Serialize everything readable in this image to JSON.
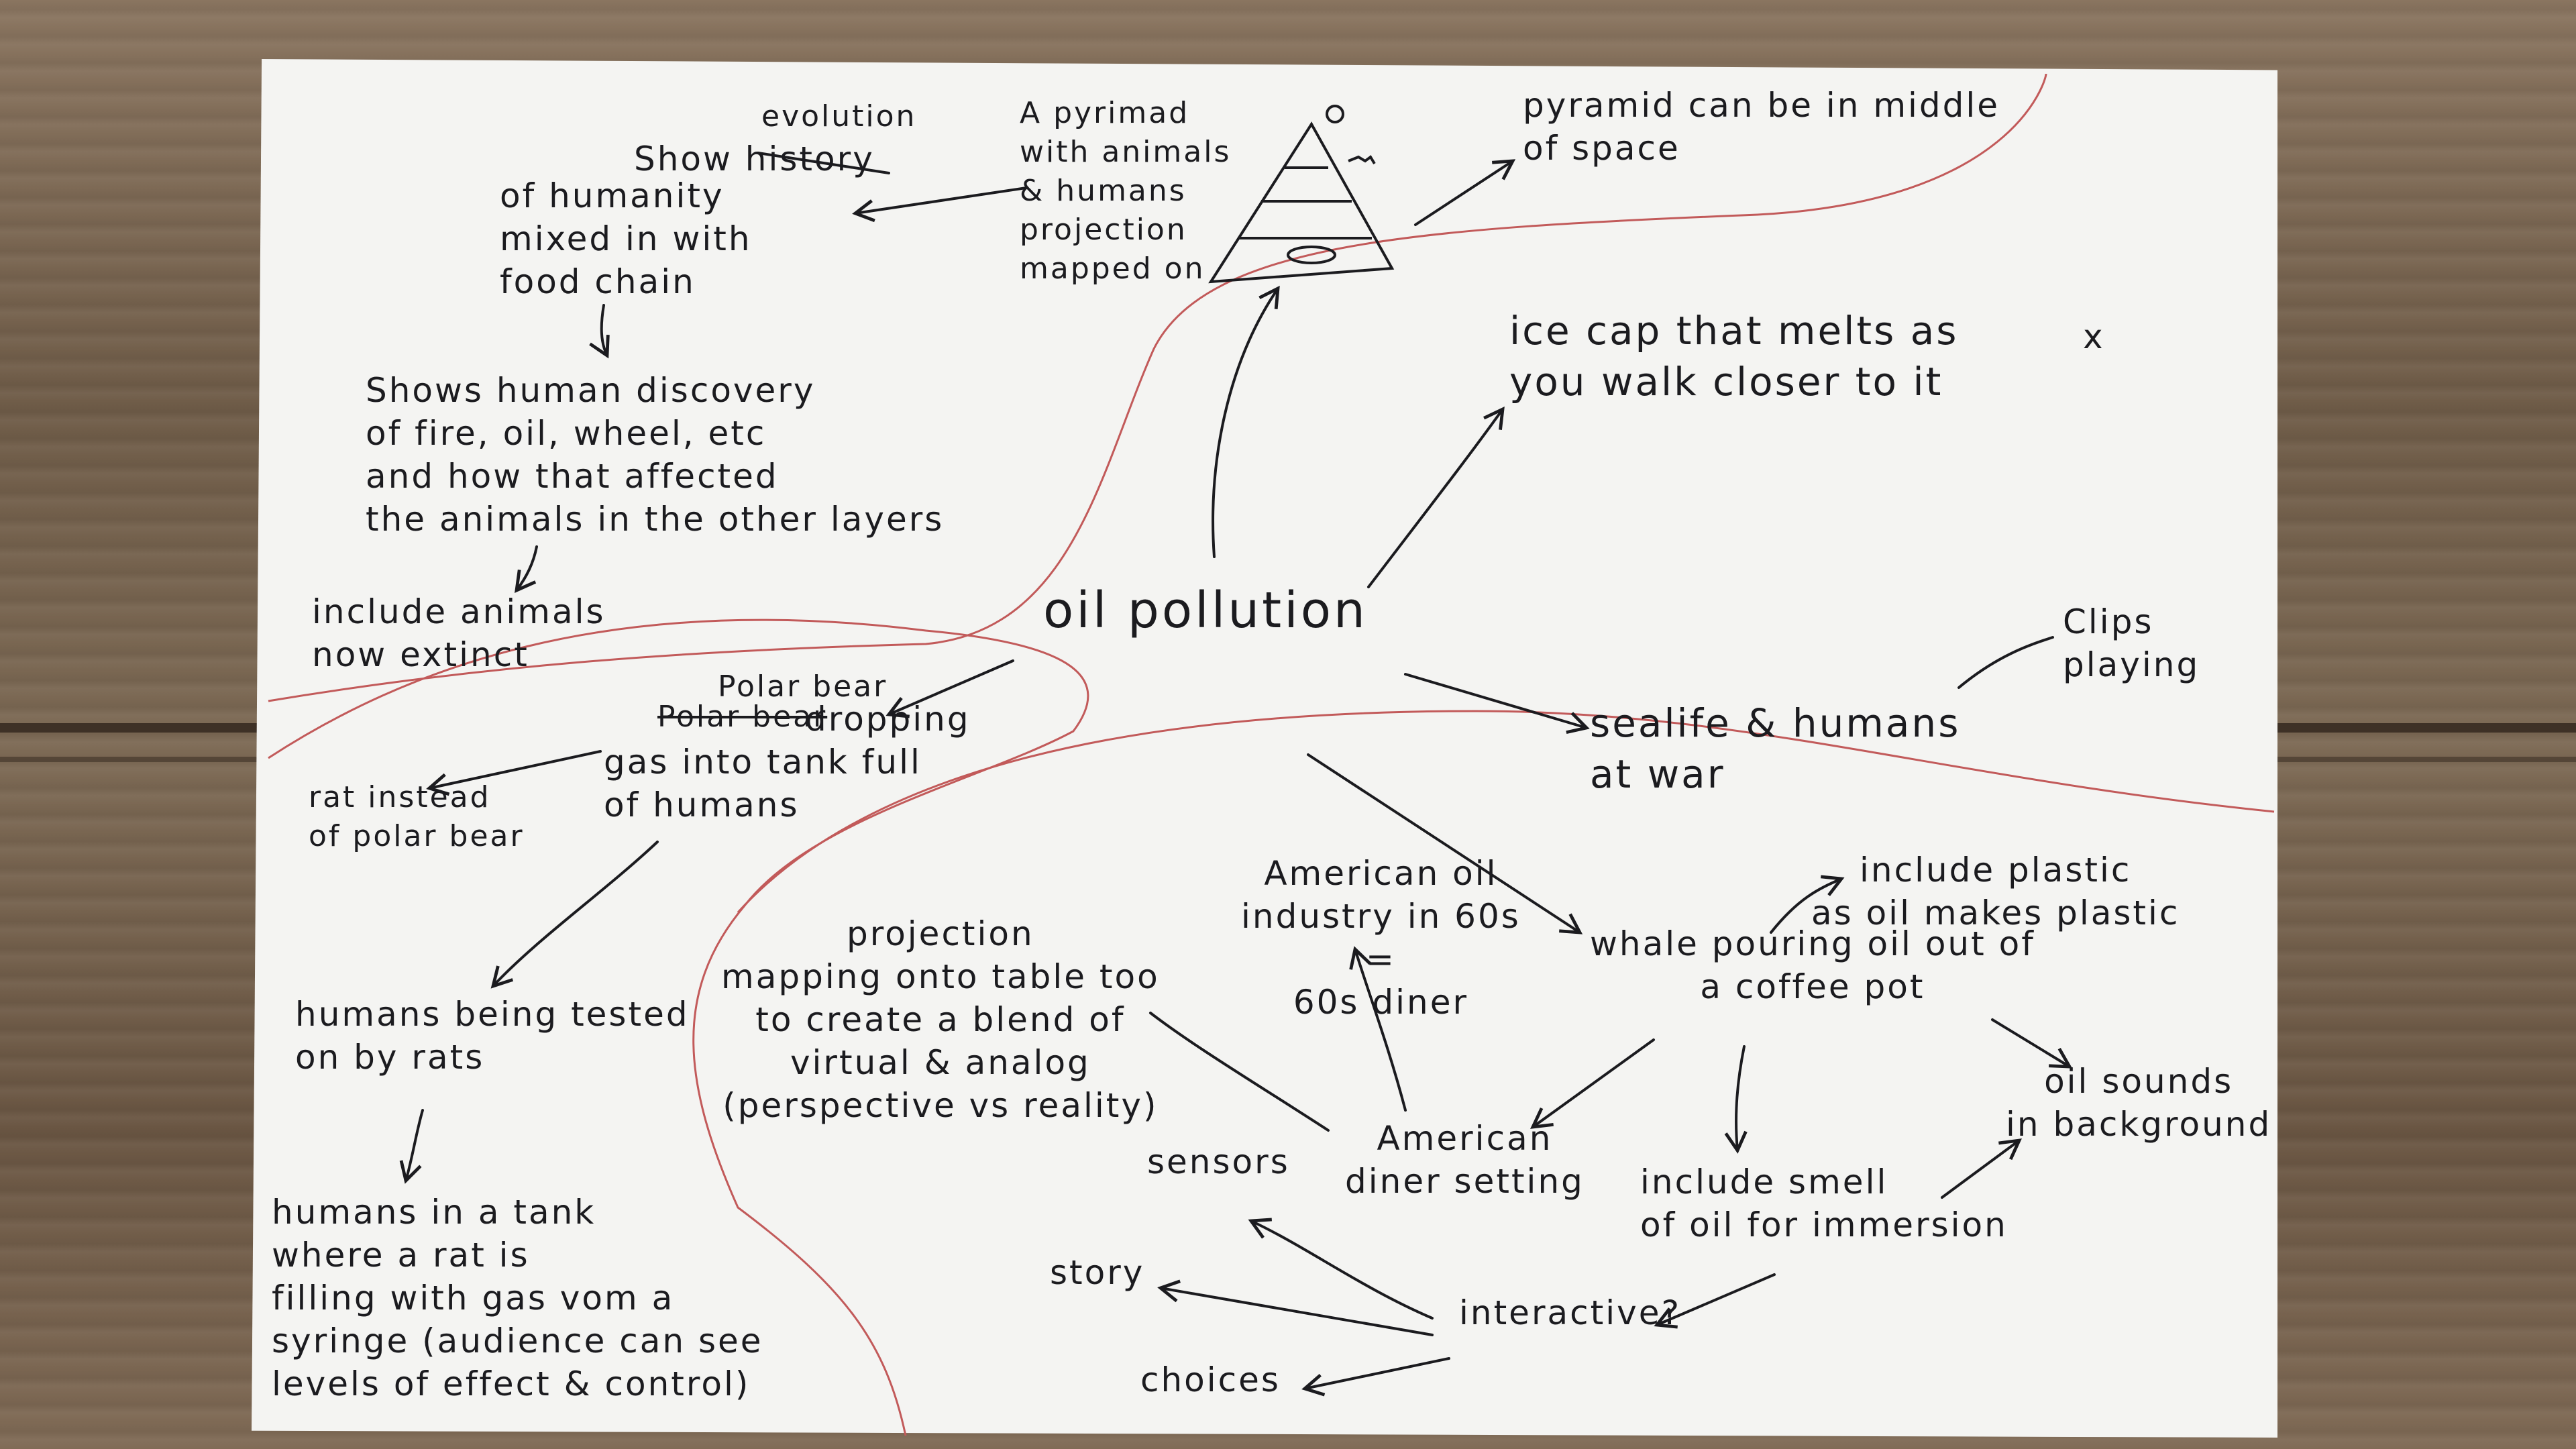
{
  "colors": {
    "ink": "#1b1b1f",
    "red_pen": "#c25a5a",
    "paper": "#f4f4f2",
    "wood": "#7a6550"
  },
  "center": "oil pollution",
  "notes": {
    "evolution": "evolution",
    "show_history": "Show history",
    "humanity": "of humanity\nmixed in with\nfood chain",
    "discovery": "Shows human discovery\nof fire, oil, wheel, etc\nand how that affected\nthe animals in the other layers",
    "extinct": "include animals\nnow extinct",
    "pyramid_desc": "A pyrimad\nwith animals\n& humans\nprojection\nmapped on",
    "pyramid_middle": "pyramid can be in middle\nof space",
    "ice_cap": "ice cap that melts as\nyou walk closer to it",
    "x_mark": "x",
    "sealife": "sealife & humans\nat war",
    "clips": "Clips\nplaying",
    "polar_bear_new": "Polar bear",
    "polar_bear_old": "Polar bear",
    "dropping": "dropping\ngas into tank full\nof humans",
    "rat_instead": "rat instead\nof polar bear",
    "tested": "humans being tested\non by rats",
    "tank": "humans in a tank\nwhere a rat is\nfilling with gas vom a\nsyringe (audience can see\nlevels of effect & control)",
    "industry": "American oil\nindustry in 60s\n=\n60s diner",
    "projection_table": "projection\nmapping onto table too\nto create a blend of\nvirtual & analog\n(perspective vs reality)",
    "whale": "whale pouring oil out of\na coffee pot",
    "plastic": "include plastic\nas oil makes plastic",
    "oil_sounds": "oil sounds\nin background",
    "smell": "include smell\nof oil for immersion",
    "diner_setting": "American\ndiner setting",
    "sensors": "sensors",
    "interactive": "interactive?",
    "story": "story",
    "choices": "choices"
  }
}
